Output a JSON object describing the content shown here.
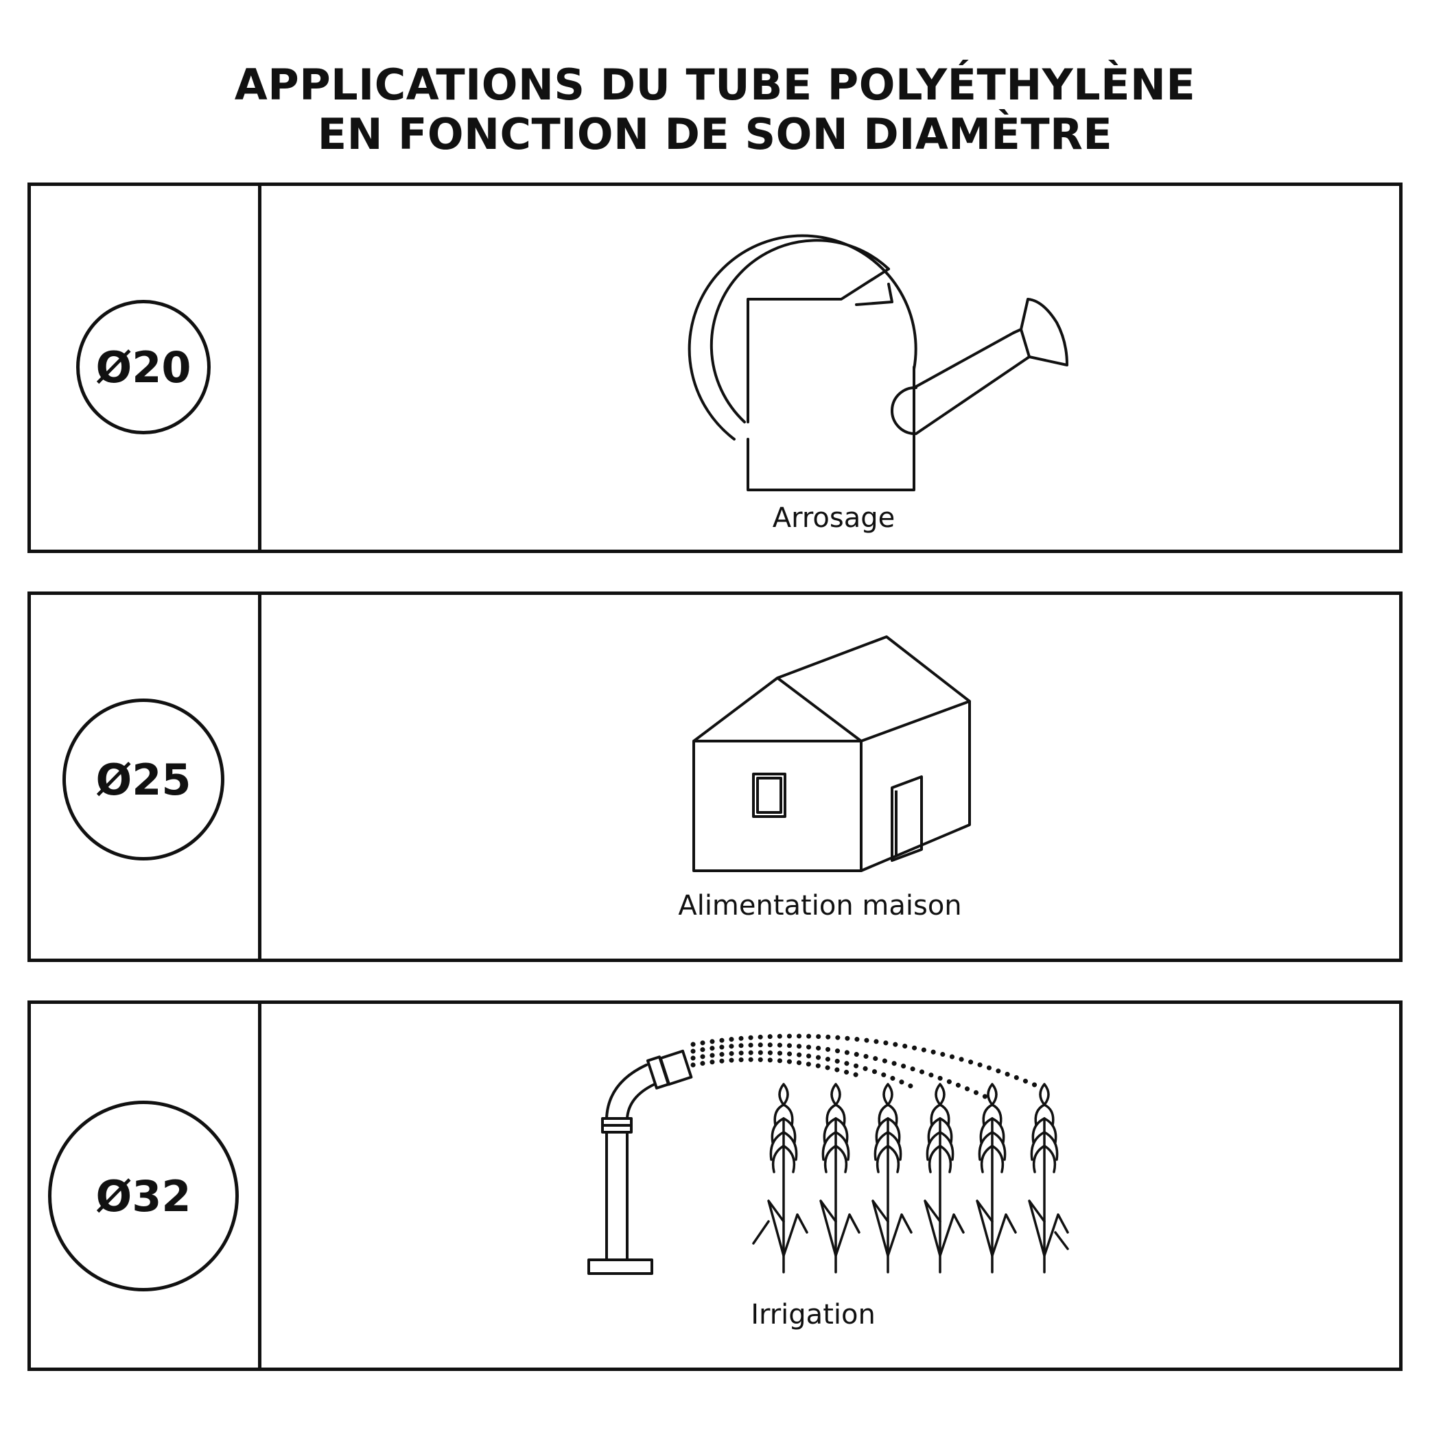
{
  "title": {
    "line1": "APPLICATIONS DU TUBE POLYÉTHYLÈNE",
    "line2": "EN FONCTION DE SON DIAMÈTRE"
  },
  "rows": [
    {
      "diameter": "Ø20",
      "caption": "Arrosage",
      "icon": "watering-can-icon"
    },
    {
      "diameter": "Ø25",
      "caption": "Alimentation maison",
      "icon": "house-icon"
    },
    {
      "diameter": "Ø32",
      "caption": "Irrigation",
      "icon": "irrigation-icon"
    }
  ]
}
